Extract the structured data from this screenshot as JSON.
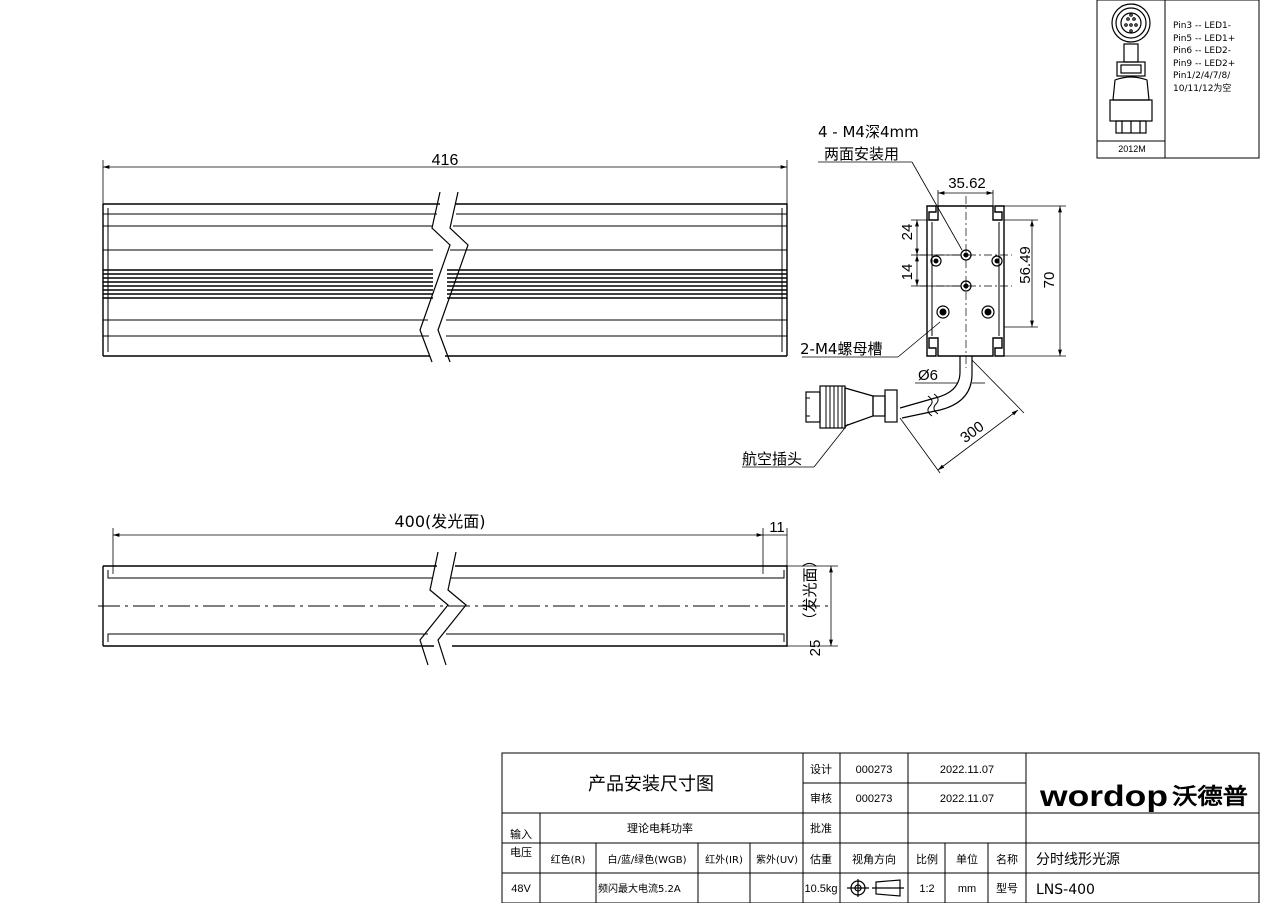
{
  "pin_box": {
    "model": "2012M",
    "pins": [
      "Pin3  -- LED1-",
      "Pin5  -- LED1+",
      "Pin6  -- LED2-",
      "Pin9  -- LED2+",
      "Pin1/2/4/7/8/",
      "10/11/12为空"
    ]
  },
  "front_view": {
    "length": "416"
  },
  "side_view": {
    "mount_note": "4 - M4深4mm",
    "mount_note2": "两面安装用",
    "width": "35.62",
    "dim_24": "24",
    "dim_14": "14",
    "dim_5649": "56.49",
    "dim_70": "70",
    "nut_slot": "2-M4螺母槽",
    "cable_dia": "Ø6",
    "cable_len": "300",
    "connector": "航空插头"
  },
  "bottom_view": {
    "emit_length": "400(发光面)",
    "end_len": "11",
    "emit_face": "（发光面）",
    "depth": "25"
  },
  "title_block": {
    "title": "产品安装尺寸图",
    "design_label": "设计",
    "design_no": "000273",
    "design_date": "2022.11.07",
    "review_label": "审核",
    "review_no": "000273",
    "review_date": "2022.11.07",
    "approve_label": "批准",
    "input_voltage": "输入电压",
    "power_header": "理论电耗功率",
    "col_red": "红色(R)",
    "col_wgb": "白/蓝/绿色(WGB)",
    "col_ir": "红外(IR)",
    "col_uv": "紫外(UV)",
    "weight_label": "估重",
    "view_label": "视角方向",
    "scale_label": "比例",
    "unit_label": "单位",
    "name_label": "名称",
    "name_value": "分时线形光源",
    "voltage": "48V",
    "flash_current": "频闪最大电流5.2A",
    "weight": "10.5kg",
    "scale": "1:2",
    "unit": "mm",
    "model_label": "型号",
    "model_value": "LNS-400",
    "brand_latin": "wordop",
    "brand_cn": "沃德普"
  }
}
